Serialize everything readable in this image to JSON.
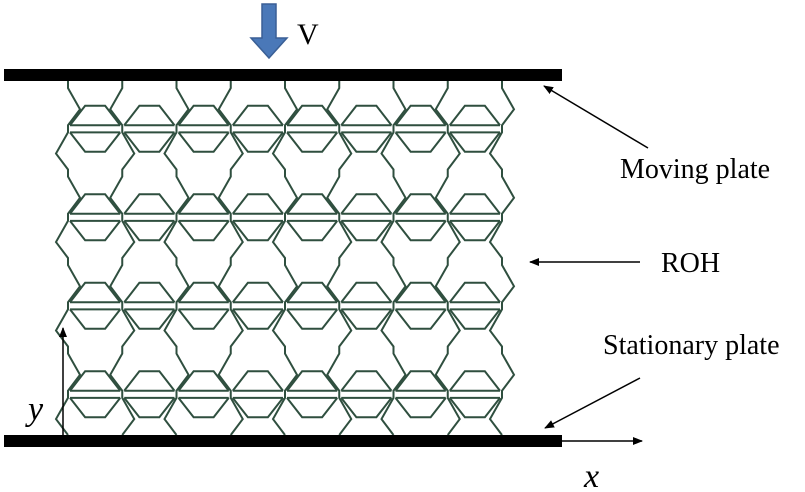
{
  "labels": {
    "velocity": "V",
    "moving_plate": "Moving plate",
    "roh": "ROH",
    "stationary_plate": "Stationary plate",
    "axis_x": "x",
    "axis_y": "y"
  },
  "colors": {
    "plate": "#000000",
    "lattice": "#2f4f3f",
    "velocity_arrow": "#4a78b8",
    "velocity_arrow_edge": "#3a5f95",
    "text": "#000000"
  },
  "lattice": {
    "columns": 8,
    "rows": 4
  }
}
